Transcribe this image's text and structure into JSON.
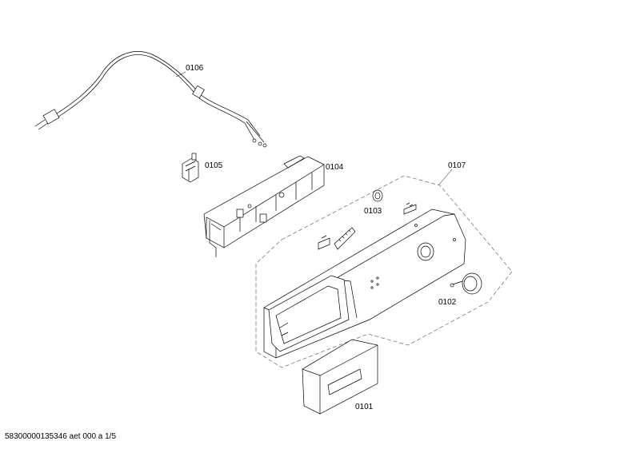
{
  "labels": {
    "p0106": "0106",
    "p0105": "0105",
    "p0104": "0104",
    "p0107": "0107",
    "p0103": "0103",
    "p0102": "0102",
    "p0101": "0101"
  },
  "footer": "58300000135346 aet 000 a 1/5"
}
